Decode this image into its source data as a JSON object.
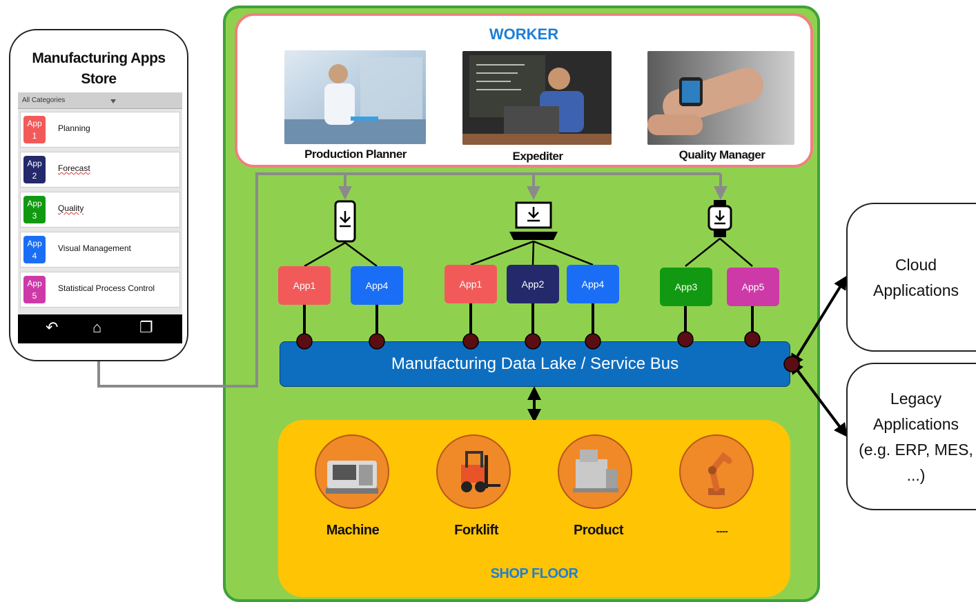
{
  "phone": {
    "title": "Manufacturing Apps\nStore",
    "category": "All Categories",
    "apps": [
      {
        "badge": "App\n1",
        "label": "Planning",
        "color": "#f25a5a"
      },
      {
        "badge": "App\n2",
        "label": "Forecast",
        "color": "#24296b"
      },
      {
        "badge": "App\n3",
        "label": "Quality",
        "color": "#119a11"
      },
      {
        "badge": "App\n4",
        "label": "Visual Management",
        "color": "#1a6ef5"
      },
      {
        "badge": "App\n5",
        "label": "Statistical Process Control",
        "color": "#cd3aa8"
      }
    ],
    "nav_icons": [
      "back-icon",
      "home-icon",
      "recent-apps-icon"
    ]
  },
  "worker": {
    "title": "WORKER",
    "roles": [
      "Production Planner",
      "Expediter",
      "Quality Manager"
    ]
  },
  "devices": [
    "smartphone-icon",
    "laptop-icon",
    "smartwatch-icon"
  ],
  "apps": [
    {
      "label": "App1",
      "color": "#f25a5a"
    },
    {
      "label": "App4",
      "color": "#1a6ef5"
    },
    {
      "label": "App1",
      "color": "#f25a5a"
    },
    {
      "label": "App2",
      "color": "#24296b"
    },
    {
      "label": "App4",
      "color": "#1a6ef5"
    },
    {
      "label": "App3",
      "color": "#119a11"
    },
    {
      "label": "App5",
      "color": "#cd3aa8"
    }
  ],
  "bus": {
    "label": "Manufacturing Data Lake / Service Bus"
  },
  "shop_floor": {
    "title": "SHOP FLOOR",
    "items": [
      "Machine",
      "Forklift",
      "Product",
      "----"
    ]
  },
  "external": {
    "cloud": "Cloud\nApplications",
    "legacy": "Legacy\nApplications\n(e.g. ERP, MES,\n...)"
  },
  "colors": {
    "green": "#8fd14f",
    "bus": "#0d6ec0",
    "shop": "#ffc404",
    "accent_title": "#1e7fd6"
  }
}
